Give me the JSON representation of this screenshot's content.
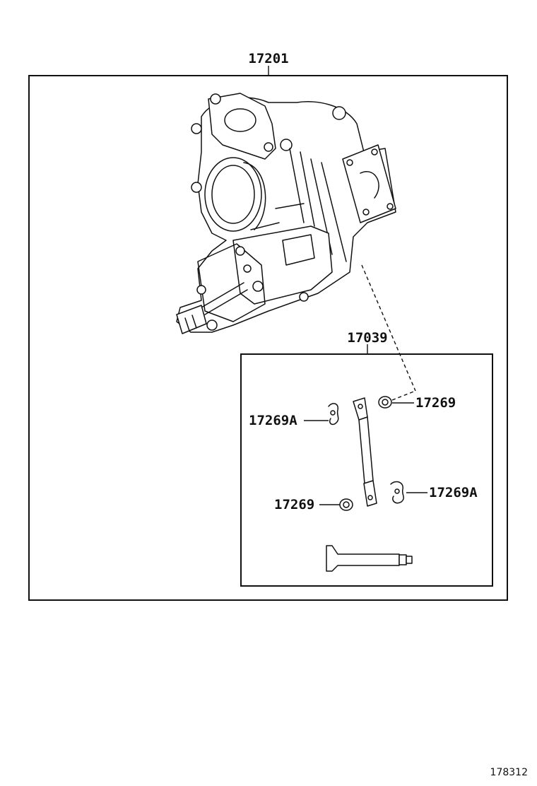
{
  "parts": {
    "assembly": "17201",
    "kit": "17039",
    "gasket_top_right": "17269",
    "clip_left": "17269A",
    "gasket_bottom_left": "17269",
    "clip_right": "17269A"
  },
  "figure_id": "178312"
}
